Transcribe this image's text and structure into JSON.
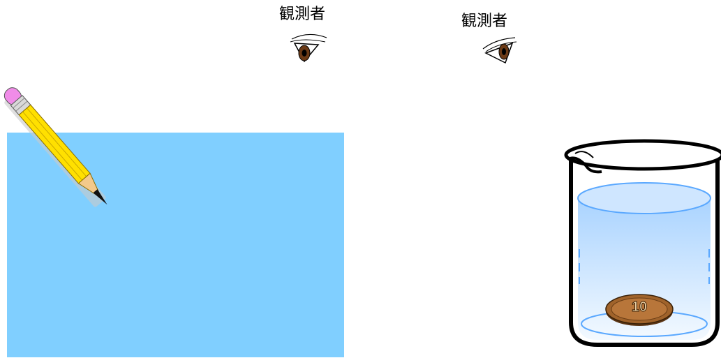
{
  "observers": {
    "left_label": "観測者",
    "right_label": "観測者"
  },
  "icons": {
    "left_eye": "eye-icon",
    "right_eye": "eye-icon",
    "pencil": "pencil-icon",
    "beaker": "beaker-icon",
    "coin": "coin-icon"
  },
  "coin": {
    "denomination": "10"
  },
  "colors": {
    "water_block": "#80CFFF",
    "beaker_water": "#BFE0FF",
    "coin": "#8B5A2B",
    "pencil_body": "#FFE000",
    "eraser": "#F08CE8"
  }
}
